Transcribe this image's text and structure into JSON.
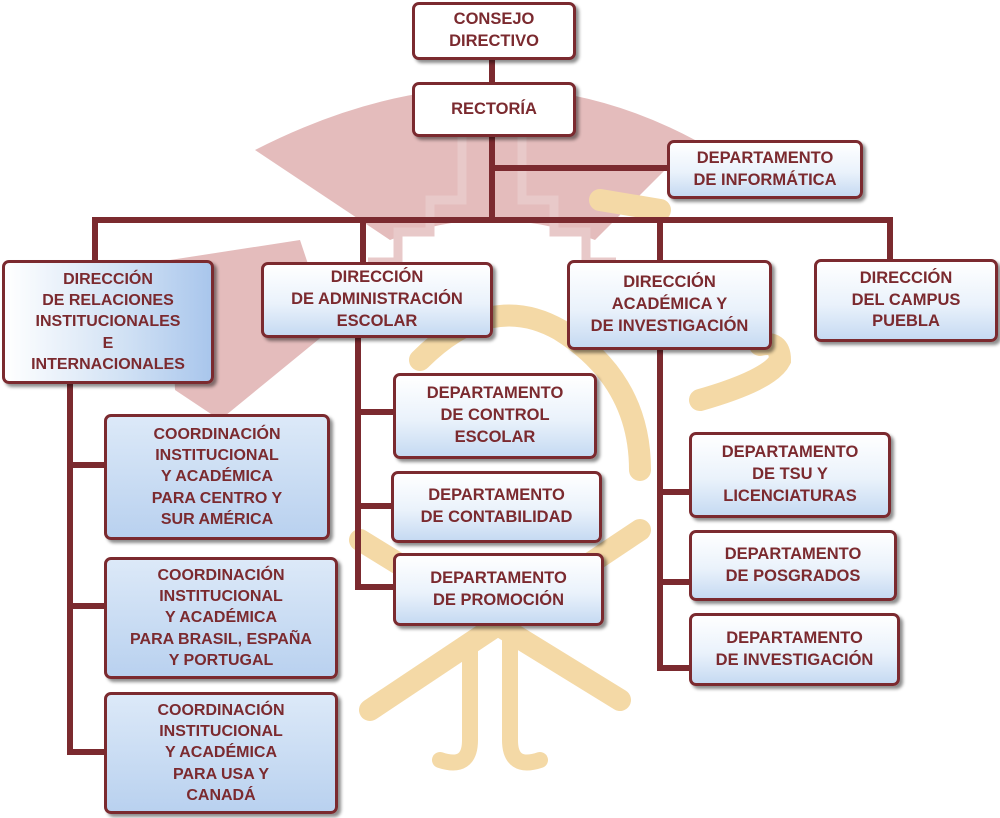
{
  "colors": {
    "line": "#7b2a2f",
    "text": "#7b2a2f"
  },
  "nodes": {
    "consejo": "CONSEJO\nDIRECTIVO",
    "rectoria": "RECTORÍA",
    "informatica": "DEPARTAMENTO\nDE INFORMÁTICA",
    "relaciones": "DIRECCIÓN\nDE RELACIONES\nINSTITUCIONALES\nE\nINTERNACIONALES",
    "administracion": "DIRECCIÓN\nDE ADMINISTRACIÓN\nESCOLAR",
    "academica": "DIRECCIÓN\nACADÉMICA Y\nDE INVESTIGACIÓN",
    "campus": "DIRECCIÓN\nDEL CAMPUS\nPUEBLA",
    "coord_centro_sur": "COORDINACIÓN\nINSTITUCIONAL\nY ACADÉMICA\nPARA CENTRO Y\nSUR AMÉRICA",
    "coord_brasil": "COORDINACIÓN\nINSTITUCIONAL\nY ACADÉMICA\nPARA BRASIL, ESPAÑA\nY PORTUGAL",
    "coord_usa": "COORDINACIÓN\nINSTITUCIONAL\nY ACADÉMICA\nPARA USA Y\nCANADÁ",
    "control_escolar": "DEPARTAMENTO\nDE CONTROL\nESCOLAR",
    "contabilidad": "DEPARTAMENTO\nDE CONTABILIDAD",
    "promocion": "DEPARTAMENTO\nDE PROMOCIÓN",
    "tsu": "DEPARTAMENTO\nDE TSU Y\nLICENCIATURAS",
    "posgrados": "DEPARTAMENTO\nDE POSGRADOS",
    "investigacion": "DEPARTAMENTO\nDE INVESTIGACIÓN"
  }
}
